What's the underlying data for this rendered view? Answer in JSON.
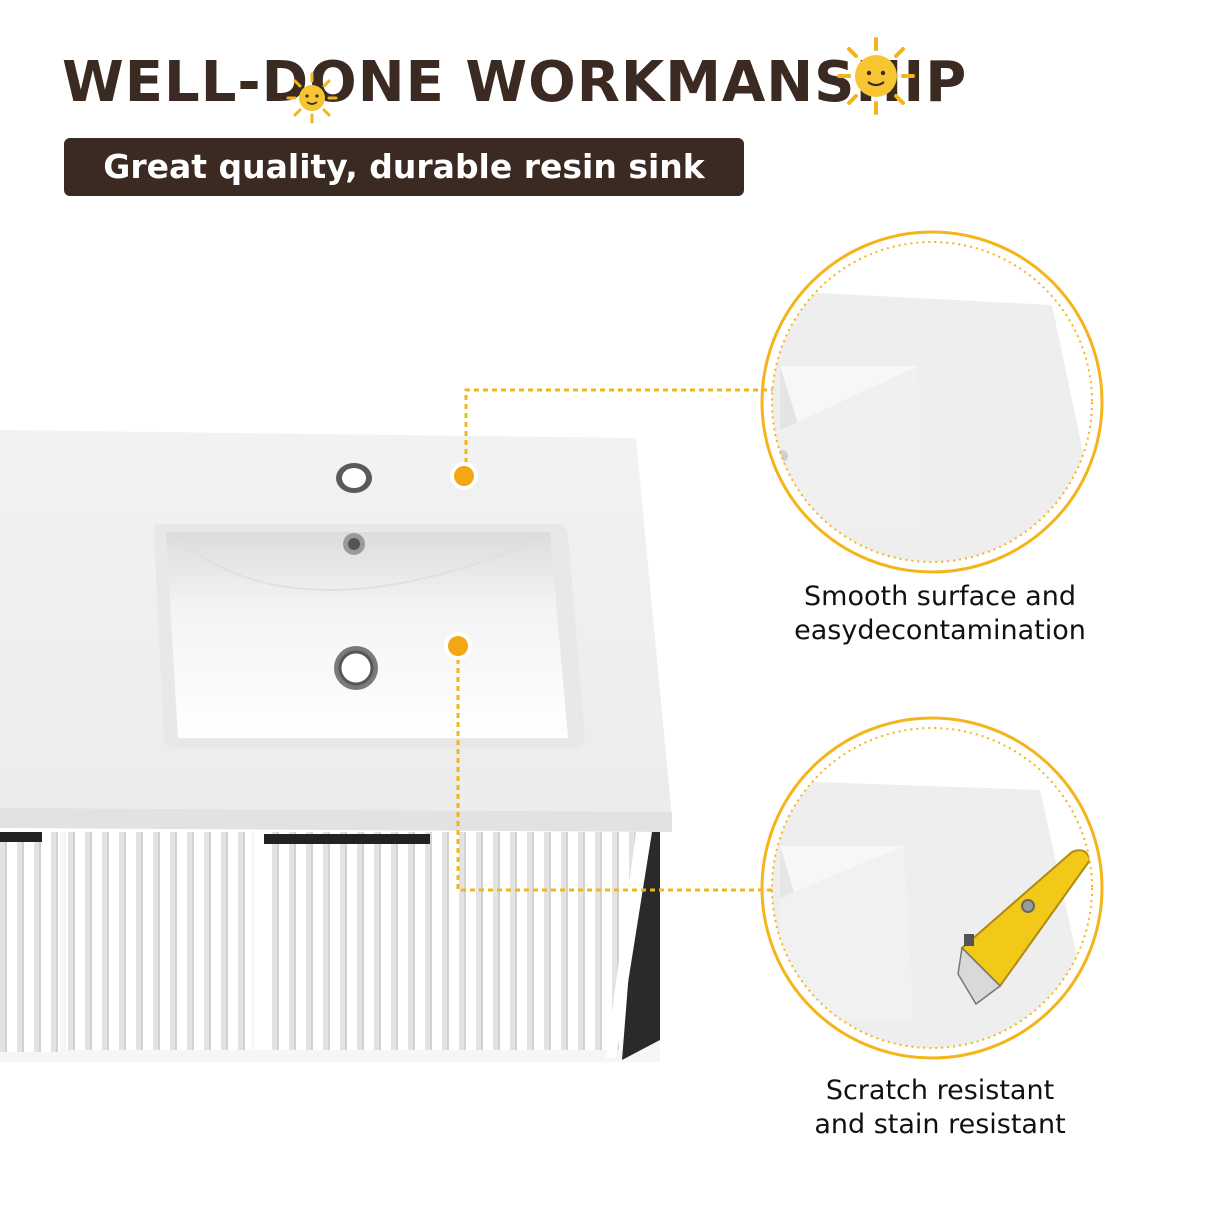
{
  "headline": "WELL-DONE WORKMANSHIP",
  "subheadline": "Great quality, durable resin sink",
  "features": [
    {
      "label_line1": "Smooth surface and",
      "label_line2": "easydecontamination",
      "detail_image": "sink-corner-closeup"
    },
    {
      "label_line1": "Scratch resistant",
      "label_line2": "and stain resistant",
      "detail_image": "utility-knife-on-sink-corner"
    }
  ],
  "icons": [
    "sun-icon",
    "sun-icon",
    "callout-marker-icon",
    "callout-marker-icon"
  ],
  "colors": {
    "headline_text": "#3a2a22",
    "banner_bg": "#3b2a22",
    "accent": "#f4b41a",
    "background": "#ffffff"
  }
}
